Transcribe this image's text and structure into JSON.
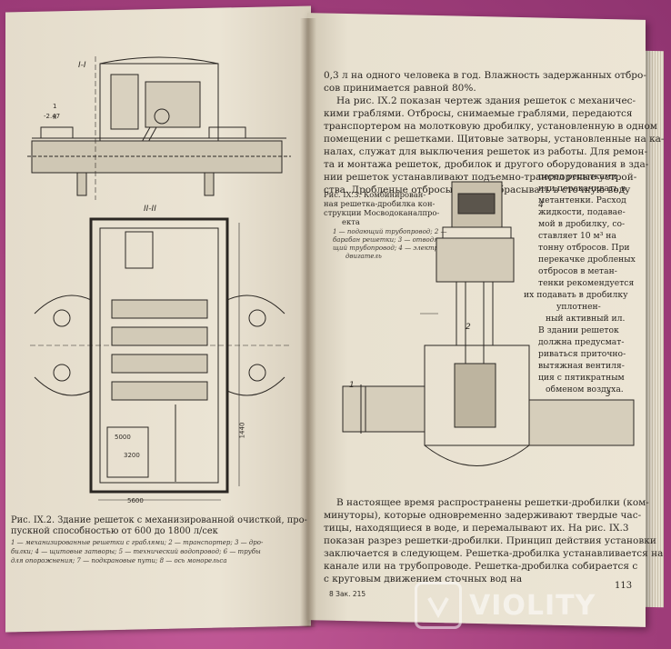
{
  "left_page": {
    "section_top_label": "I-I",
    "section_mid_label": "II-II",
    "mark_left_1": "1",
    "mark_left_2": "II",
    "elevation_1": "-2.47",
    "dims": [
      "5000",
      "1440",
      "5600",
      "3200"
    ],
    "caption_title": "Рис. IX.2. Здание решеток с механизированной очисткой, про-",
    "caption_title_2": "пускной способностью от 600 до 1800 л/сек",
    "caption_legend": [
      "1 — механизированные решетки с граблями; 2 — транспортер; 3 — дро-",
      "билки; 4 — щитовые затворы; 5 — технический водопровод; 6 — трубы",
      "для опорожнения; 7 — подкрановые пути; 8 — ось монорельса"
    ]
  },
  "right_page": {
    "body_top": [
      "0,3 л на одного человека в год. Влажность задержанных отбро-",
      "сов принимается равной 80%.",
      "На рис. IX.2 показан чертеж здания решеток с механичес-",
      "кими граблями. Отбросы, снимаемые граблями, передаются",
      "транспортером на молотковую дробилку, установленную в одном",
      "помещении с решетками. Щитовые затворы, установленные на ка-",
      "налах, служат для выключения решеток из работы. Для ремон-",
      "та и монтажа решеток, дробилок и другого оборудования в зда-",
      "нии решеток устанавливают подъемно-транспортные устрой-",
      "ства. Дробленые отбросы можно сбрасывать в сточную воду"
    ],
    "fig_caption": [
      "Рис. IX.3. Комбинирован-",
      "ная решетка-дробилка кон-",
      "струкции Мосводоканалпро-",
      "екта"
    ],
    "fig_legend": [
      "1 — подающий трубопровод; 2 —",
      "барабан решетки; 3 — отводя-",
      "щий трубопровод; 4 — электро-",
      "двигатель"
    ],
    "side_column": [
      "перед решетками",
      "или перекачивать в",
      "метантенки. Расход",
      "жидкости, подавае-",
      "мой в дробилку, со-",
      "ставляет 10 м³ на",
      "тонну отбросов. При",
      "перекачке дробленых",
      "отбросов в метан-",
      "тенки рекомендуется",
      "их подавать в дробилку",
      "уплотнен-",
      "ный активный ил.",
      "В здании решеток",
      "должна предусмат-",
      "риваться приточно-",
      "вытяжная вентиля-",
      "ция с пятикратным",
      "обменом воздуха."
    ],
    "fig_labels": [
      "4",
      "1",
      "2",
      "3"
    ],
    "body_bottom": [
      "В настоящее время распространены решетки-дробилки (ком-",
      "минуторы), которые одновременно задерживают твердые час-",
      "тицы, находящиеся в воде, и перемалывают их. На рис. IX.3",
      "показан разрез решетки-дробилки. Принцип действия установки",
      "заключается в следующем. Решетка-дробилка устанавливается на",
      "канале или на трубопроводе. Решетка-дробилка собирается с",
      "с круговым движением сточных вод на"
    ],
    "footer_left": "8  Зак. 215",
    "page_number": "113"
  },
  "watermark": {
    "text": "VIOLITY"
  }
}
